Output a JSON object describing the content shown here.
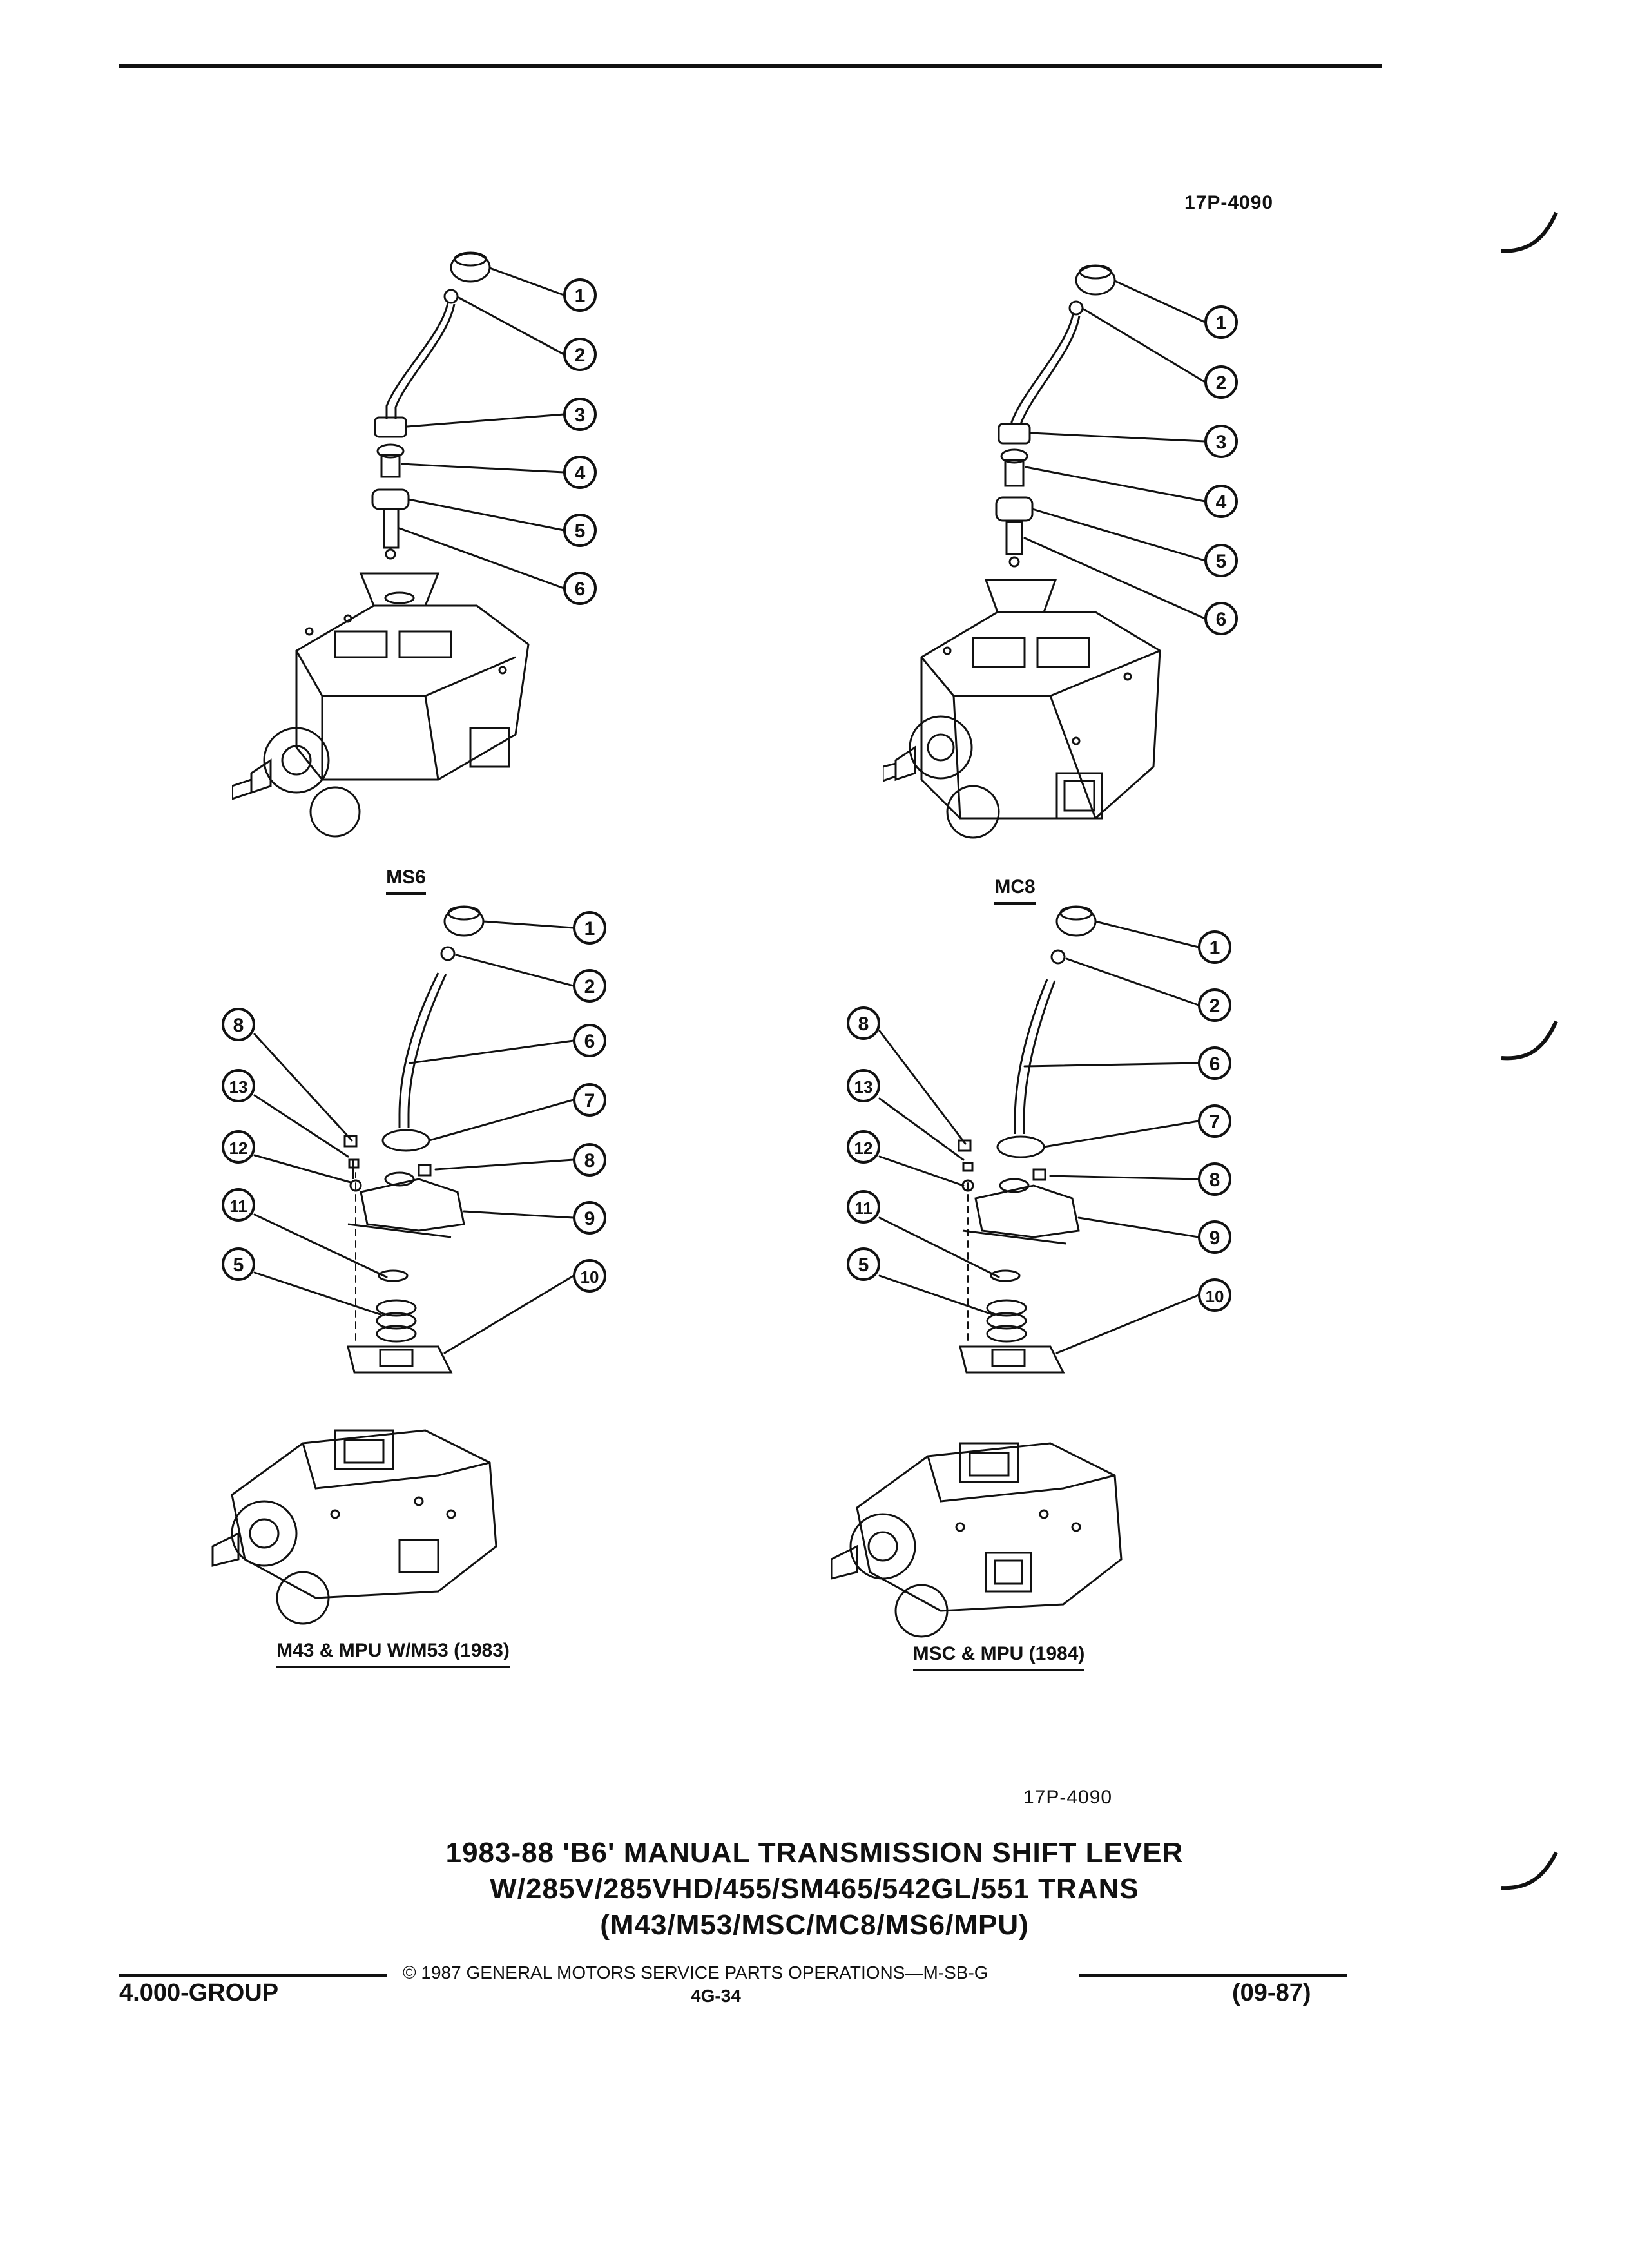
{
  "header": {
    "figure_number_top": "17P-4090"
  },
  "diagrams": [
    {
      "caption": "MS6",
      "callouts": [
        "1",
        "2",
        "3",
        "4",
        "5",
        "6"
      ]
    },
    {
      "caption": "MC8",
      "callouts": [
        "1",
        "2",
        "3",
        "4",
        "5",
        "6"
      ]
    },
    {
      "caption": "M43 & MPU W/M53 (1983)",
      "callouts": [
        "1",
        "2",
        "6",
        "7",
        "8",
        "9",
        "10",
        "8",
        "13",
        "12",
        "11",
        "5"
      ]
    },
    {
      "caption": "MSC & MPU (1984)",
      "callouts": [
        "1",
        "2",
        "6",
        "7",
        "8",
        "9",
        "10",
        "8",
        "13",
        "12",
        "11",
        "5"
      ]
    }
  ],
  "figure_number_bottom": "17P-4090",
  "title": {
    "line1": "1983-88 'B6' MANUAL TRANSMISSION SHIFT LEVER",
    "line2": "W/285V/285VHD/455/SM465/542GL/551 TRANS",
    "line3": "(M43/M53/MSC/MC8/MS6/MPU)"
  },
  "footer": {
    "copyright": "© 1987 GENERAL MOTORS SERVICE PARTS OPERATIONS—M-SB-G",
    "group": "4.000-GROUP",
    "page": "4G-34",
    "date": "(09-87)"
  }
}
